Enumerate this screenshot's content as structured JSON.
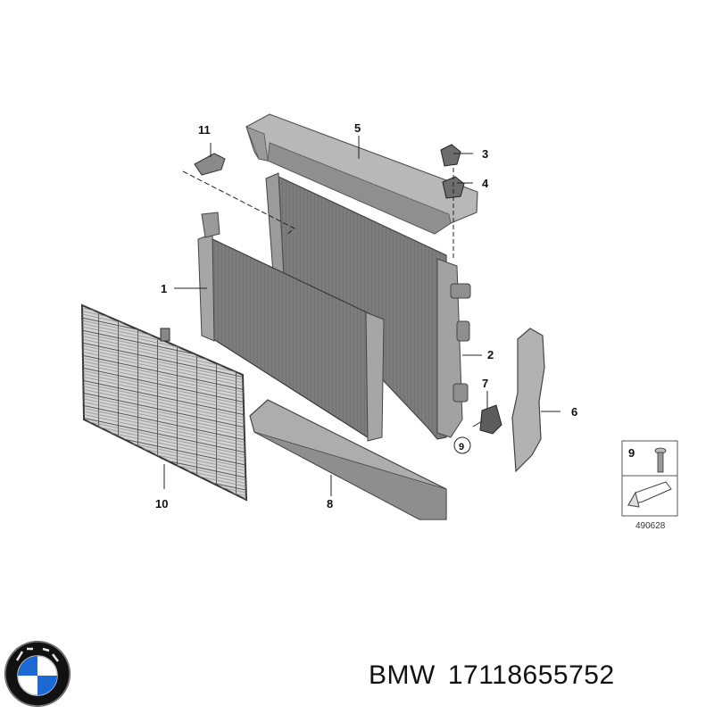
{
  "callouts": {
    "c1": "1",
    "c2": "2",
    "c3": "3",
    "c4": "4",
    "c5": "5",
    "c6": "6",
    "c7": "7",
    "c8": "8",
    "c9": "9",
    "c10": "10",
    "c11": "11"
  },
  "reference_box": {
    "item": "9",
    "number": "490628"
  },
  "logo": {
    "text": "BMW",
    "colors": {
      "blue": "#1c69d4",
      "black": "#111111",
      "white": "#ffffff"
    }
  },
  "footer": {
    "brand": "BMW",
    "part_number": "17118655752"
  }
}
